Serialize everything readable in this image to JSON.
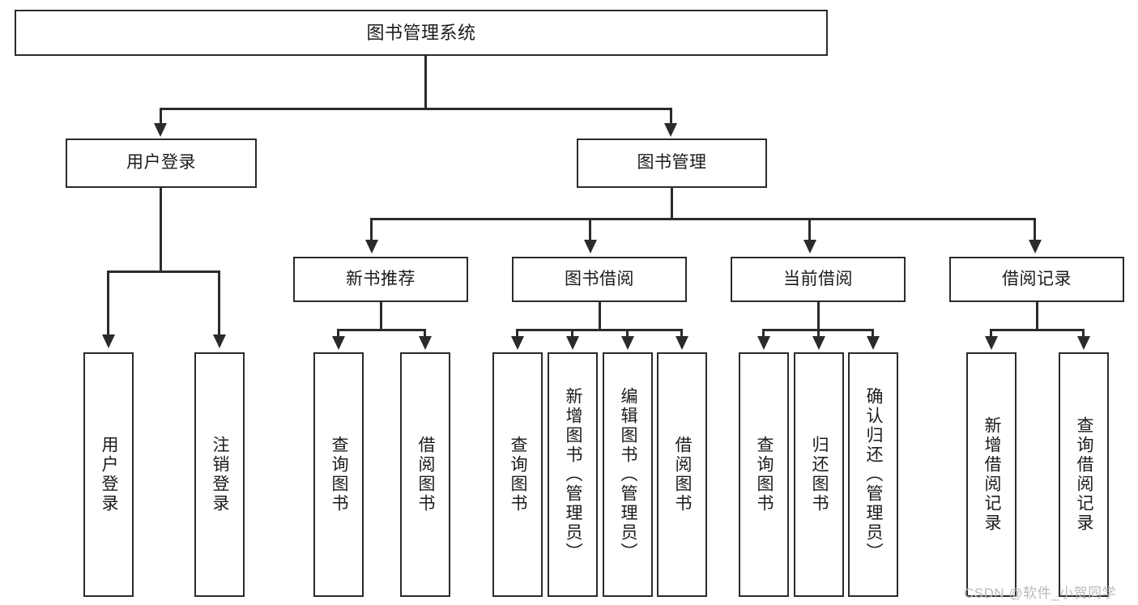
{
  "diagram": {
    "title_box": {
      "label": "图书管理系统"
    },
    "level1": [
      {
        "label": "用户登录"
      },
      {
        "label": "图书管理"
      }
    ],
    "level2": [
      {
        "label": "新书推荐"
      },
      {
        "label": "图书借阅"
      },
      {
        "label": "当前借阅"
      },
      {
        "label": "借阅记录"
      }
    ],
    "leaves": {
      "user_login": [
        {
          "label": "用户登录"
        },
        {
          "label": "注销登录"
        }
      ],
      "new_book_recommend": [
        {
          "label": "查询图书"
        },
        {
          "label": "借阅图书"
        }
      ],
      "book_borrow": [
        {
          "label": "查询图书"
        },
        {
          "label": "新增图书（管理员）"
        },
        {
          "label": "编辑图书（管理员）"
        },
        {
          "label": "借阅图书"
        }
      ],
      "current_borrow": [
        {
          "label": "查询图书"
        },
        {
          "label": "归还图书"
        },
        {
          "label": "确认归还（管理员）"
        }
      ],
      "borrow_record": [
        {
          "label": "新增借阅记录"
        },
        {
          "label": "查询借阅记录"
        }
      ]
    }
  },
  "watermark": {
    "text": "CSDN @软件_小贺同学"
  },
  "colors": {
    "stroke": "#2b2b2b",
    "box_fill": "#ffffff",
    "text": "#1b1b1b",
    "watermark": "#b9b9b9"
  }
}
